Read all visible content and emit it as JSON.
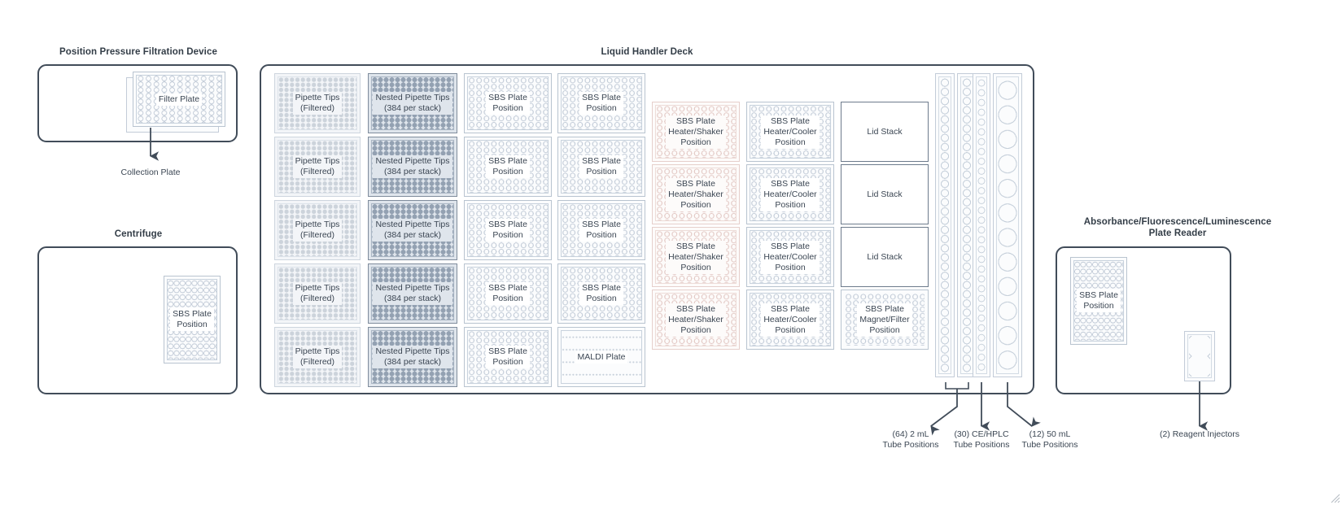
{
  "sections": {
    "filtration": {
      "title": "Position Pressure Filtration Device",
      "plate_label": "Filter Plate",
      "arrow_caption": "Collection Plate"
    },
    "centrifuge": {
      "title": "Centrifuge",
      "plate_label": "SBS Plate\nPosition"
    },
    "deck": {
      "title": "Liquid Handler Deck"
    },
    "reader": {
      "title": "Absorbance/Fluorescence/Luminescence\nPlate Reader",
      "plate_label": "SBS Plate\nPosition",
      "injector_caption": "(2) Reagent Injectors"
    }
  },
  "deck": {
    "tip_column": [
      {
        "label": "Pipette Tips\n(Filtered)"
      },
      {
        "label": "Pipette Tips\n(Filtered)"
      },
      {
        "label": "Pipette Tips\n(Filtered)"
      },
      {
        "label": "Pipette Tips\n(Filtered)"
      },
      {
        "label": "Pipette Tips\n(Filtered)"
      }
    ],
    "nested_tip_column": [
      {
        "label": "Nested Pipette Tips\n(384 per stack)"
      },
      {
        "label": "Nested Pipette Tips\n(384 per stack)"
      },
      {
        "label": "Nested Pipette Tips\n(384 per stack)"
      },
      {
        "label": "Nested Pipette Tips\n(384 per stack)"
      },
      {
        "label": "Nested Pipette Tips\n(384 per stack)"
      }
    ],
    "plate_column_a": [
      {
        "label": "SBS Plate\nPosition"
      },
      {
        "label": "SBS Plate\nPosition"
      },
      {
        "label": "SBS Plate\nPosition"
      },
      {
        "label": "SBS Plate\nPosition"
      },
      {
        "label": "SBS Plate\nPosition"
      }
    ],
    "plate_column_b": [
      {
        "label": "SBS Plate\nPosition"
      },
      {
        "label": "SBS Plate\nPosition"
      },
      {
        "label": "SBS Plate\nPosition"
      },
      {
        "label": "SBS Plate\nPosition"
      },
      {
        "label": "MALDI Plate"
      }
    ],
    "shaker_column": [
      {
        "label": "SBS Plate\nHeater/Shaker\nPosition"
      },
      {
        "label": "SBS Plate\nHeater/Shaker\nPosition"
      },
      {
        "label": "SBS Plate\nHeater/Shaker\nPosition"
      },
      {
        "label": "SBS Plate\nHeater/Shaker\nPosition"
      }
    ],
    "cooler_column": [
      {
        "label": "SBS Plate\nHeater/Cooler\nPosition"
      },
      {
        "label": "SBS Plate\nHeater/Cooler\nPosition"
      },
      {
        "label": "SBS Plate\nHeater/Cooler\nPosition"
      },
      {
        "label": "SBS Plate\nHeater/Cooler\nPosition"
      }
    ],
    "lid_column": [
      {
        "label": "Lid Stack"
      },
      {
        "label": "Lid Stack"
      },
      {
        "label": "Lid Stack"
      },
      {
        "label": "SBS Plate\nMagnet/Filter\nPosition"
      }
    ],
    "racks": [
      {
        "name": "tube-rack-2ml-a",
        "holes": 32,
        "kind": "2ml"
      },
      {
        "name": "tube-rack-2ml-b",
        "holes": 32,
        "kind": "2ml"
      },
      {
        "name": "tube-rack-hplc",
        "holes": 30,
        "kind": "hplc"
      },
      {
        "name": "tube-rack-50ml",
        "holes": 12,
        "kind": "50ml"
      }
    ],
    "rack_captions": [
      "(64) 2 mL\nTube Positions",
      "(30) CE/HPLC\nTube Positions",
      "(12) 50 mL\nTube Positions"
    ]
  },
  "colors": {
    "outline": "#414c59",
    "plate_border": "#b9c4d0",
    "shaker_accent": "#e6cfcb",
    "text": "#3b4653"
  }
}
